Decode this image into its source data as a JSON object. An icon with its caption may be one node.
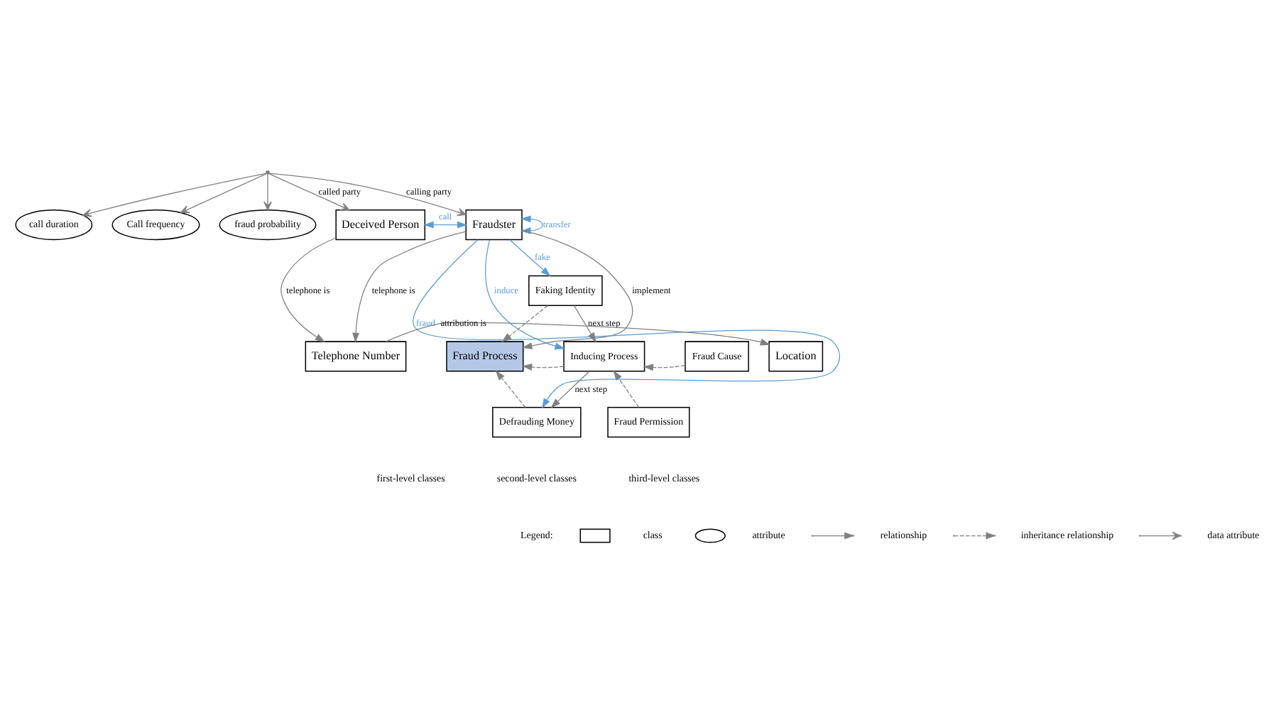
{
  "diagram": {
    "nodes": [
      {
        "text": [
          "call duration"
        ]
      },
      {
        "text": [
          "Call frequency"
        ]
      },
      {
        "text": [
          "fraud probability"
        ]
      },
      {
        "text": [
          "Deceived Person"
        ]
      },
      {
        "text": [
          "Fraudster"
        ]
      },
      {
        "text": [
          "Faking Identity"
        ]
      },
      {
        "text": [
          "Location"
        ]
      },
      {
        "text": [
          "Telephone Number"
        ]
      },
      {
        "text": [
          "Fraud Process"
        ]
      },
      {
        "text": [
          "Inducing Process"
        ]
      },
      {
        "text": [
          "Fraud Cause"
        ]
      },
      {
        "text": [
          "Fraud Permission"
        ]
      },
      {
        "text": [
          "Defrauding Money"
        ]
      },
      {
        "text": [],
        "shape": "point"
      }
    ],
    "edges": [
      {
        "from": 13,
        "to": 0,
        "arrow": "to"
      },
      {
        "from": 13,
        "to": 1,
        "arrow": "to"
      },
      {
        "from": 13,
        "to": 2,
        "arrow": "to"
      },
      {
        "from": 13,
        "to": 3,
        "arrow": "to",
        "label": "called party"
      },
      {
        "from": 13,
        "to": 4,
        "arrow": "to",
        "label": "calling party"
      },
      {
        "from": 4,
        "to": 4,
        "arrow": "both",
        "label": "transfer",
        "color": "#5b9bd5"
      },
      {
        "from": 3,
        "to": 4,
        "arrow": "both",
        "label": "call",
        "color": "#5b9bd5"
      },
      {
        "from": 3,
        "to": 7,
        "arrow": "to",
        "label": "telephone is"
      },
      {
        "from": 4,
        "to": 7,
        "arrow": "to",
        "label": "telephone is"
      },
      {
        "from": 4,
        "to": 8,
        "arrow": "to",
        "label": "implement"
      },
      {
        "from": 4,
        "to": 5,
        "arrow": "to",
        "label": "fake",
        "color": "#5b9bd5"
      },
      {
        "from": 4,
        "to": 9,
        "arrow": "to",
        "label": "induce",
        "color": "#5b9bd5"
      },
      {
        "from": 4,
        "to": 12,
        "arrow": "to",
        "label": "fraud",
        "color": "#5b9bd5"
      },
      {
        "from": 7,
        "to": 6,
        "arrow": "to",
        "label": "attribution is"
      },
      {
        "from": 5,
        "to": 8,
        "arrow": "to",
        "style": "dashed"
      },
      {
        "from": 5,
        "to": 9,
        "arrow": "to",
        "label": "next step"
      },
      {
        "from": 9,
        "to": 8,
        "arrow": "to",
        "style": "dashed"
      },
      {
        "from": 10,
        "to": 9,
        "arrow": "to",
        "style": "dashed"
      },
      {
        "from": 11,
        "to": 9,
        "arrow": "to",
        "style": "dashed"
      },
      {
        "from": 9,
        "to": 12,
        "arrow": "to",
        "label": "next step"
      },
      {
        "from": 12,
        "to": 8,
        "arrow": "to",
        "style": "dashed"
      }
    ],
    "labels": [
      "first-level classes",
      "second-level classes",
      "third-level classes",
      "Legend:"
    ],
    "legend": [
      {
        "text": "class"
      },
      {
        "text": "attribute"
      },
      {
        "text": "relationship"
      },
      {
        "text": "inheritance relationship"
      },
      {
        "text": "data attribute"
      }
    ]
  }
}
